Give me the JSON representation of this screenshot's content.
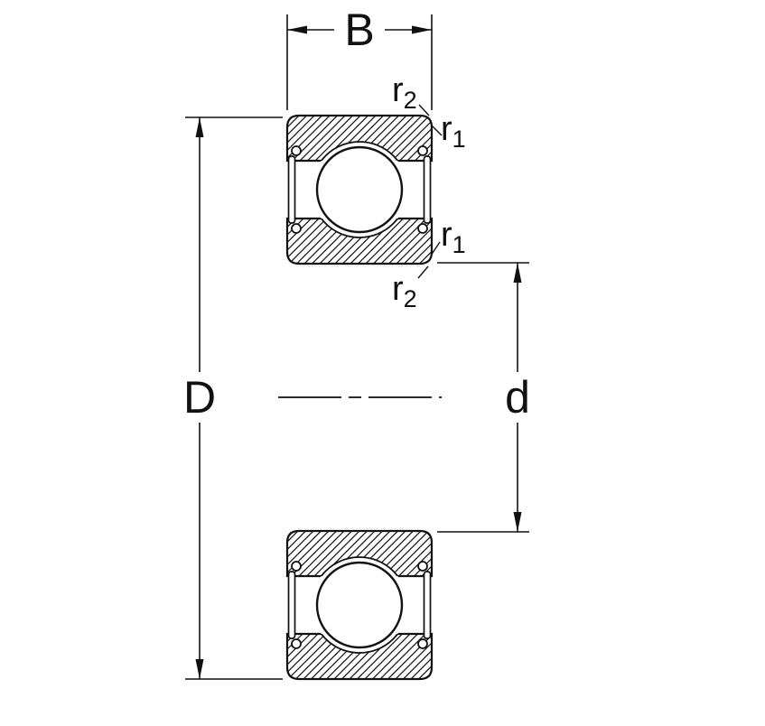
{
  "diagram": {
    "type": "bearing-cross-section-dimension-drawing",
    "labels": {
      "width": "B",
      "outer_diameter": "D",
      "bore_diameter": "d",
      "radius_inner": {
        "base": "r",
        "sub": "1"
      },
      "radius_outer": {
        "base": "r",
        "sub": "2"
      }
    },
    "colors": {
      "line": "#111111",
      "background": "#ffffff"
    }
  }
}
